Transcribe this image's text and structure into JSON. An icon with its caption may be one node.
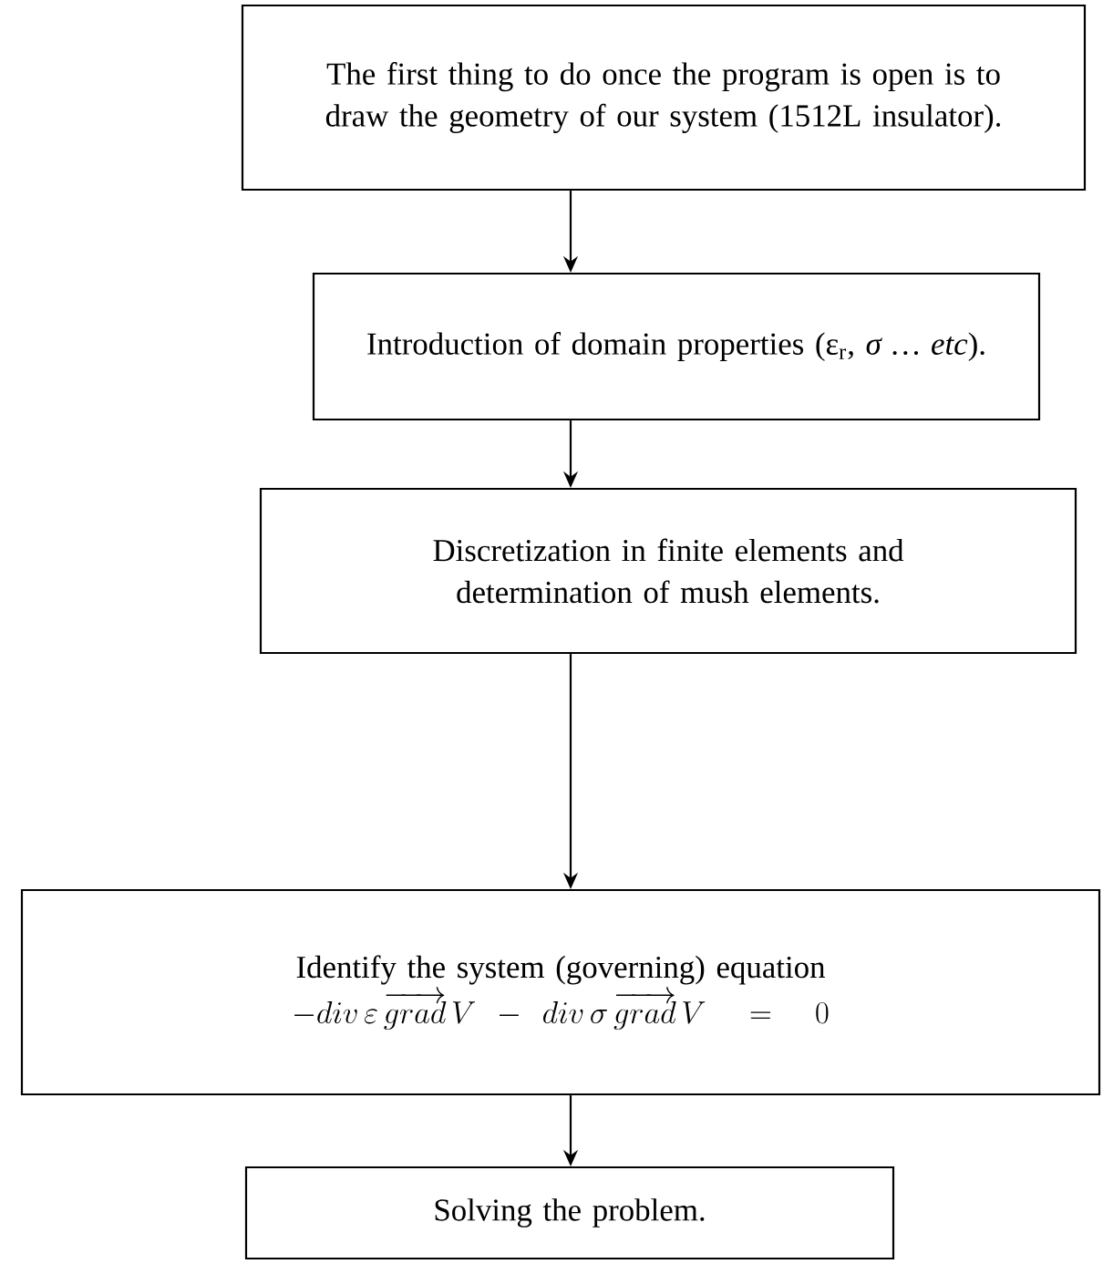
{
  "diagram": {
    "nodes": [
      {
        "text": [
          "The first thing to do once the program is open is to draw the geometry of our system (1512L insulator)."
        ]
      },
      {
        "text": [
          "Introduction of domain properties (ε$_{r}$, *σ … etc*)."
        ]
      },
      {
        "text": [
          "Discretization in finite elements and determination of mush elements."
        ]
      },
      {
        "text": [
          "Identify the system (governing) equation",
          "-div\\,\\varepsilon\\,\\overrightarrow{grad}\\,V - div\\,\\sigma\\,\\overrightarrow{grad}\\,V = 0"
        ]
      },
      {
        "text": [
          "Solving the problem."
        ]
      }
    ],
    "edges": [
      {
        "from": 0,
        "to": 1,
        "arrow": "to"
      },
      {
        "from": 1,
        "to": 2,
        "arrow": "to"
      },
      {
        "from": 2,
        "to": 3,
        "arrow": "to"
      },
      {
        "from": 3,
        "to": 4,
        "arrow": "to"
      }
    ]
  }
}
